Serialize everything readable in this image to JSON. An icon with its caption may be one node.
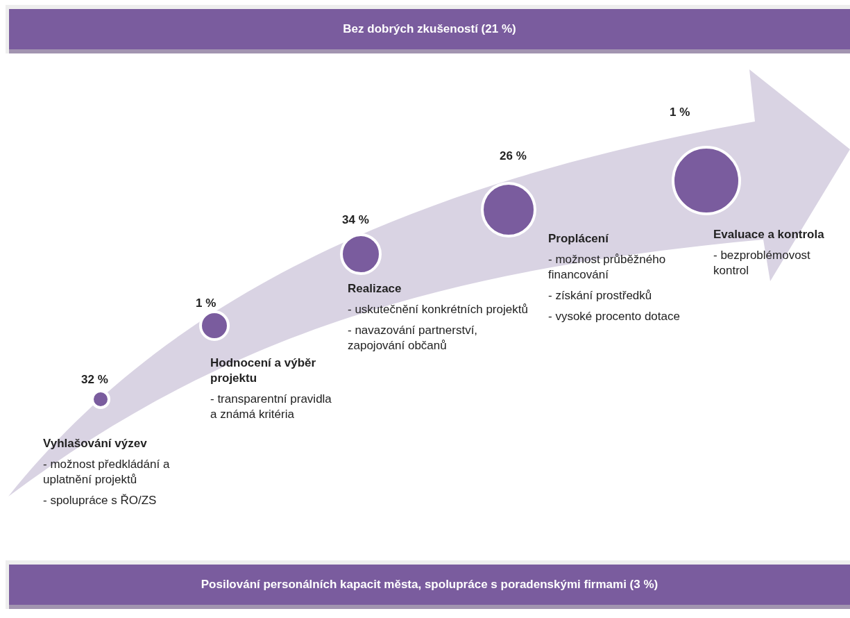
{
  "diagram": {
    "nodes": [
      {
        "text": [
          "Bez dobrých zkušeností (21 %)"
        ]
      },
      {
        "text": [],
        "shape": "arrow"
      },
      {
        "text": [],
        "shape": "circle",
        "in": 1,
        "beside": [
          "32 %",
          "Vyhlašování výzev",
          "- možnost předkládání a uplatnění projektů",
          "- spolupráce s ŘO/ZS"
        ]
      },
      {
        "text": [],
        "shape": "circle",
        "in": 1,
        "beside": [
          "1 %",
          "Hodnocení a výběr projektu",
          "- transparentní pravidla a známá kritéria"
        ]
      },
      {
        "text": [],
        "shape": "circle",
        "in": 1,
        "beside": [
          "34 %",
          "Realizace",
          "- uskutečnění konkrétních projektů",
          "- navazování partnerství, zapojování občanů"
        ]
      },
      {
        "text": [],
        "shape": "circle",
        "in": 1,
        "beside": [
          "26 %",
          "Proplácení",
          "- možnost průběžného financování",
          "- získání prostředků",
          "- vysoké procento dotace"
        ]
      },
      {
        "text": [],
        "shape": "circle",
        "in": 1,
        "beside": [
          "1 %",
          "Evaluace a kontrola",
          "- bezproblémovost kontrol"
        ]
      },
      {
        "text": [
          "Posilování personálních kapacit města, spolupráce s poradenskými firmami (3 %)"
        ]
      }
    ],
    "edges": []
  }
}
